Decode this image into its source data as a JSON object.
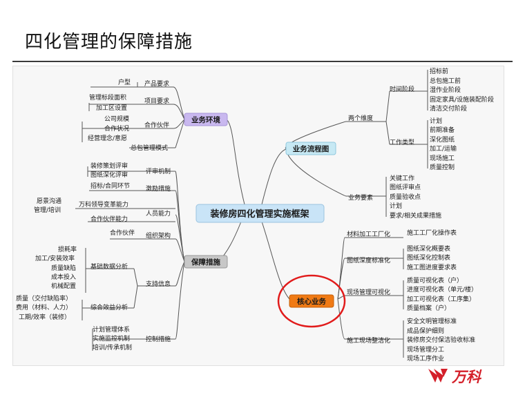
{
  "slide": {
    "title": "四化管理的保障措施"
  },
  "central": "装修房四化管理实施框架",
  "branches": {
    "env": {
      "label": "业务环境",
      "groups": [
        {
          "label": "产品要求",
          "items": [
            "户型"
          ]
        },
        {
          "label": "项目要求",
          "items": [
            "管理标段面积",
            "加工区设置"
          ]
        },
        {
          "label": "合作伙伴",
          "items": [
            "公司规模",
            "合作状况",
            "经营理念/意愿"
          ]
        }
      ],
      "extra": "总包管理模式"
    },
    "flow": {
      "label": "业务流程图",
      "groups": [
        {
          "label": "两个维度",
          "subgroups": [
            {
              "label": "时间阶段",
              "items": [
                "招标前",
                "总包施工前",
                "湿作业阶段",
                "固定家具/设施装配阶段",
                "清洁交付阶段"
              ]
            },
            {
              "label": "工作类型",
              "items": [
                "计划",
                "前期准备",
                "深化图纸",
                "加工/运输",
                "现场施工",
                "质量控制"
              ]
            }
          ]
        },
        {
          "label": "业务要素",
          "items": [
            "关键工作",
            "图纸评审点",
            "质量验收点",
            "计划",
            "要求/相关成果措施"
          ]
        }
      ]
    },
    "core": {
      "label": "核心业务",
      "groups": [
        {
          "label": "材料加工工厂化",
          "items": [
            "施工工厂化操作表"
          ]
        },
        {
          "label": "图纸深度标准化",
          "items": [
            "图纸深化概要表",
            "图纸深化控制表",
            "施工图进度要求表"
          ]
        },
        {
          "label": "现场管理可视化",
          "items": [
            "质量可视化表（户）",
            "进度可视化表（单元/楼）",
            "加工可视化表（工序集）",
            "质量档案（户）"
          ]
        },
        {
          "label": "施工现场整洁化",
          "items": [
            "安全文明管理标准",
            "成品保护细则",
            "装修房交付保洁验收标准",
            "现场管理分工",
            "现场工序作业"
          ]
        }
      ]
    },
    "guarantee": {
      "label": "保障措施",
      "groups": [
        {
          "label": "评审机制",
          "items": [
            "装修策划评审",
            "图纸深化评审"
          ]
        },
        {
          "label": "激励措施",
          "items": [
            "招标/合同环节"
          ]
        },
        {
          "label": "人员能力",
          "items": [
            "万科领导变革能力",
            "合作伙伴能力"
          ],
          "subitems": [
            "愿景沟通",
            "管理/培训"
          ]
        },
        {
          "label": "组织架构",
          "items": [
            "合作伙伴"
          ]
        },
        {
          "label": "支持信息",
          "subgroups": [
            {
              "label": "基础数据分析",
              "items": [
                "损耗率",
                "加工/安装效率",
                "质量缺陷",
                "成本投入",
                "机械配置"
              ]
            },
            {
              "label": "综合效益分析",
              "items": [
                "质量（交付缺陷率）",
                "费用（材料、人力）",
                "工期/效率（装修）"
              ]
            }
          ]
        },
        {
          "label": "控制措施",
          "items": [
            "计划管理体系",
            "实施监控机制",
            "培训/传承机制"
          ]
        }
      ]
    }
  },
  "logo": {
    "text": "万科"
  },
  "colors": {
    "central_bg": "#c9e4f7",
    "env_bg": "#c9b8ef",
    "flow_bg": "#c7e9f4",
    "core_bg": "#f07a14",
    "guarantee_bg": "#c7c7c7",
    "highlight_circle": "#e11b1b",
    "logo_red": "#d4202a",
    "line": "#555555"
  }
}
